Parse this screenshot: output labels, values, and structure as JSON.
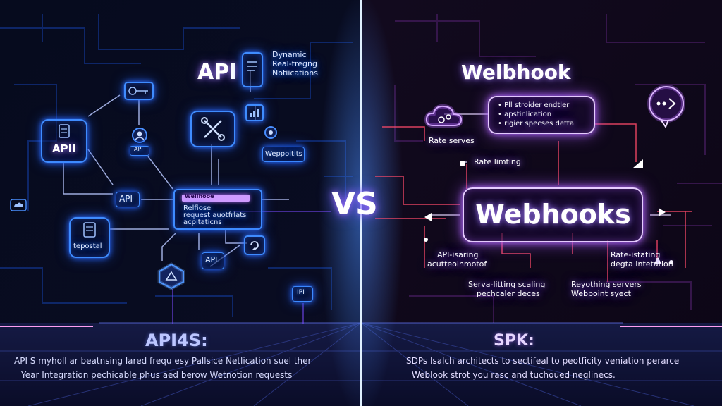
{
  "left": {
    "title": "API",
    "notif": [
      "Dynamic",
      "Real-tregng",
      "Notiications"
    ],
    "api_box": "APII",
    "api_chip": "API",
    "avatar_label": "API",
    "center_panel": {
      "header": "Wellhooe",
      "lines": [
        "Relfiose",
        "request auotfrlats",
        "acpitaticns"
      ]
    },
    "weppoints": "Weppoitits",
    "tapostal": "tepostal",
    "api_small": "API",
    "ipi": "IPI",
    "footer_title": "API4S:",
    "footer_line1": "API S myholl ar beatnsing lared frequ esy Pallsice Netlication suel ther",
    "footer_line2": "Year Integration pechicable phus aed berow Wetnotion requests"
  },
  "vs_label": "VS",
  "right": {
    "title": "Welbhook",
    "bullets": [
      "• Pll stroider endtler",
      "• apstinlication",
      "• rigier specses detta"
    ],
    "rate_servers": "Rate serves",
    "rate_limiting": "Rate limting",
    "main_box": "Webhooks",
    "api_sar": [
      "API-isaring",
      "acutteoinmotof"
    ],
    "rate_list": [
      "Rate-istating",
      "degta Intetation"
    ],
    "serva": [
      "Serva-litting scaling",
      "pechcaler deces"
    ],
    "reyothing": [
      "Reyothing servers",
      "Webpoint syect"
    ],
    "footer_title": "SPK:",
    "footer_line1": "SDPs Isalch architects to sectifeal to peotficity veniation perarce",
    "footer_line2": "Weblook strot you rasc and tuchoued neglinecs."
  },
  "colors": {
    "blue_accent": "#3f8cff",
    "purple_accent": "#b66bff",
    "center_line": "#cfe3ff"
  }
}
